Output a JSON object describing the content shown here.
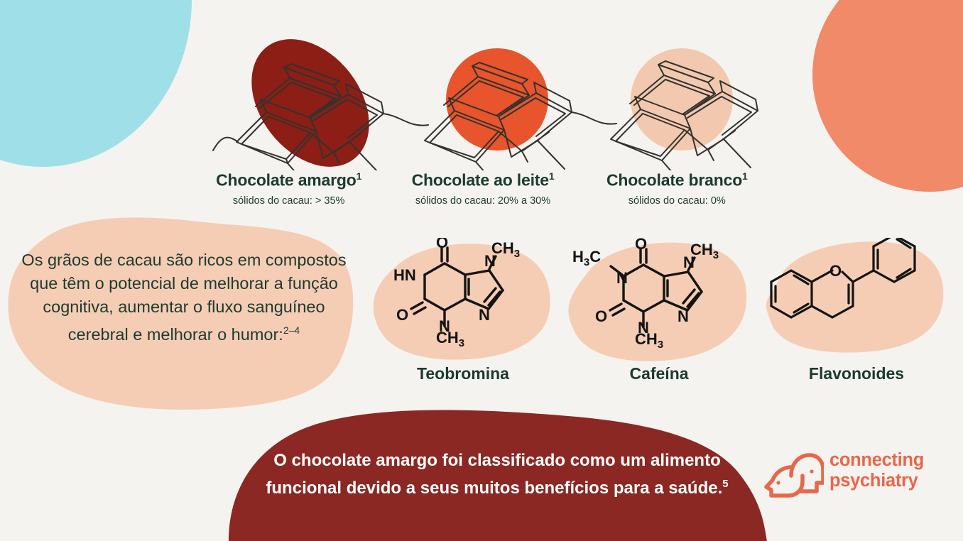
{
  "colors": {
    "background": "#F5F3F0",
    "cyan_blob": "#9FE0E8",
    "coral_blob": "#F08A68",
    "peach_blob": "#F5CDB4",
    "dark_green_text": "#1C3A30",
    "dark_red_banner": "#8C2823",
    "dark_chocolate_blob": "#8C1E16",
    "milk_chocolate_blob": "#E8542B",
    "white_chocolate_blob": "#F2C9AE",
    "line_art": "#33322F",
    "logo_orange": "#E8674A",
    "banner_text": "#FFFFFF"
  },
  "chocolates": [
    {
      "name": "dark-chocolate",
      "title": "Chocolate amargo",
      "title_ref": "1",
      "subtitle": "sólidos do cacau: > 35%",
      "blob_color": "#8C1E16"
    },
    {
      "name": "milk-chocolate",
      "title": "Chocolate ao leite",
      "title_ref": "1",
      "subtitle": "sólidos do cacau: 20% a 30%",
      "blob_color": "#E8542B"
    },
    {
      "name": "white-chocolate",
      "title": "Chocolate branco",
      "title_ref": "1",
      "subtitle": "sólidos do cacau: 0%",
      "blob_color": "#F2C9AE"
    }
  ],
  "intro": {
    "text": "Os grãos de cacau são ricos em compostos que têm o potencial de melhorar a função cognitiva, aumentar o fluxo sanguíneo cerebral e melhorar o humor:",
    "ref": "2–4"
  },
  "molecules": [
    {
      "name": "theobromine",
      "label": "Teobromina",
      "atom_labels": [
        "O",
        "O",
        "HN",
        "N",
        "N",
        "CH",
        "CH",
        "3",
        "3"
      ]
    },
    {
      "name": "caffeine",
      "label": "Cafeína",
      "atom_labels": [
        "O",
        "O",
        "N",
        "N",
        "N",
        "H",
        "C",
        "CH",
        "CH",
        "3",
        "3",
        "3"
      ]
    },
    {
      "name": "flavonoids",
      "label": "Flavonoides",
      "atom_labels": [
        "O"
      ]
    }
  ],
  "banner": {
    "text": "O chocolate amargo foi classificado como um alimento funcional devido a seus muitos benefícios para a saúde.",
    "ref": "5"
  },
  "logo": {
    "line1": "connecting",
    "line2": "psychiatry",
    "mark": "two-heads-icon"
  }
}
